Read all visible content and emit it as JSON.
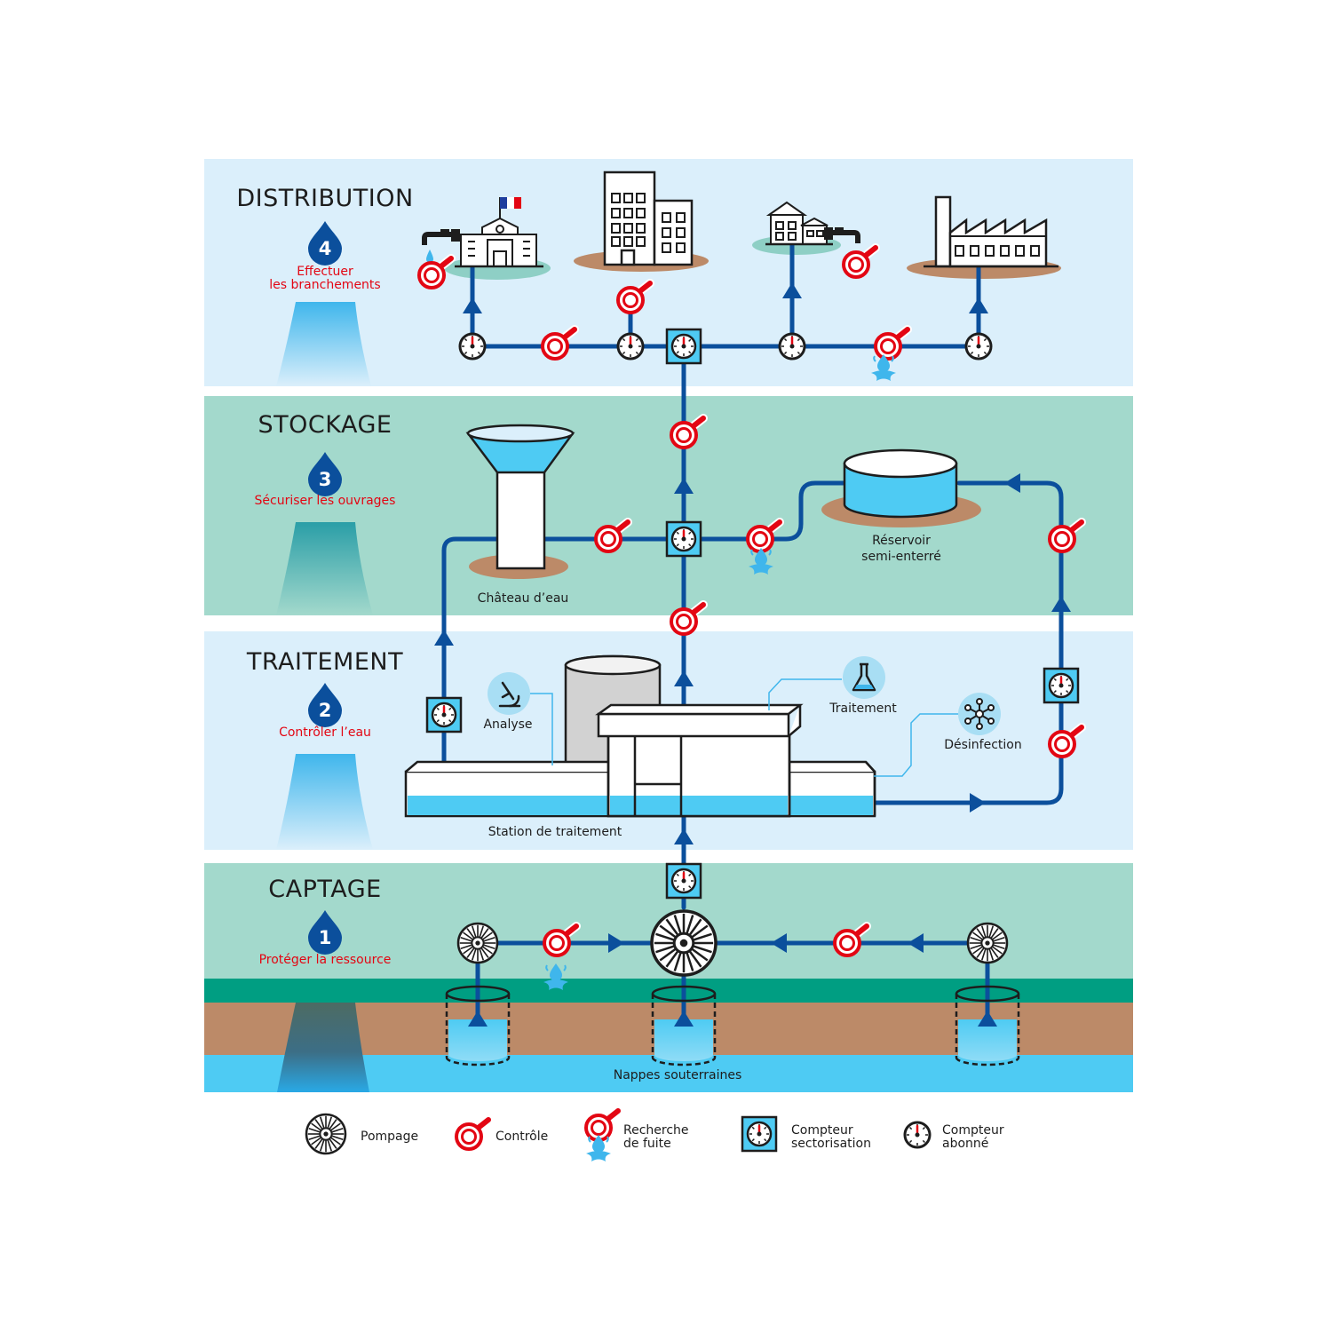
{
  "stages": [
    {
      "number": "4",
      "title": "DISTRIBUTION",
      "subtitle": "Effectuer\nles branchements"
    },
    {
      "number": "3",
      "title": "STOCKAGE",
      "subtitle": "Sécuriser les ouvrages"
    },
    {
      "number": "2",
      "title": "TRAITEMENT",
      "subtitle": "Contrôler l’eau"
    },
    {
      "number": "1",
      "title": "CAPTAGE",
      "subtitle": "Protéger la ressource"
    }
  ],
  "labels": {
    "chateau": "Château d’eau",
    "reservoir_line1": "Réservoir",
    "reservoir_line2": "semi-enterré",
    "analyse": "Analyse",
    "traitement": "Traitement",
    "desinfection": "Désinfection",
    "station": "Station de traitement",
    "nappes": "Nappes souterraines"
  },
  "legend": [
    {
      "icon": "pump-icon",
      "label": "Pompage"
    },
    {
      "icon": "control-icon",
      "label": "Contrôle"
    },
    {
      "icon": "leak-search-icon",
      "label": "Recherche\nde fuite"
    },
    {
      "icon": "sector-meter-icon",
      "label": "Compteur\nsectorisation"
    },
    {
      "icon": "subscriber-meter-icon",
      "label": "Compteur\nabonné"
    }
  ],
  "colors": {
    "pipe": "#0b4f9c",
    "light_blue_band": "#dbeffb",
    "green_band": "#a3d9cc",
    "water": "#4ecbf3",
    "control_red": "#e30613",
    "earth": "#bc8a68",
    "grass": "#009e82"
  }
}
